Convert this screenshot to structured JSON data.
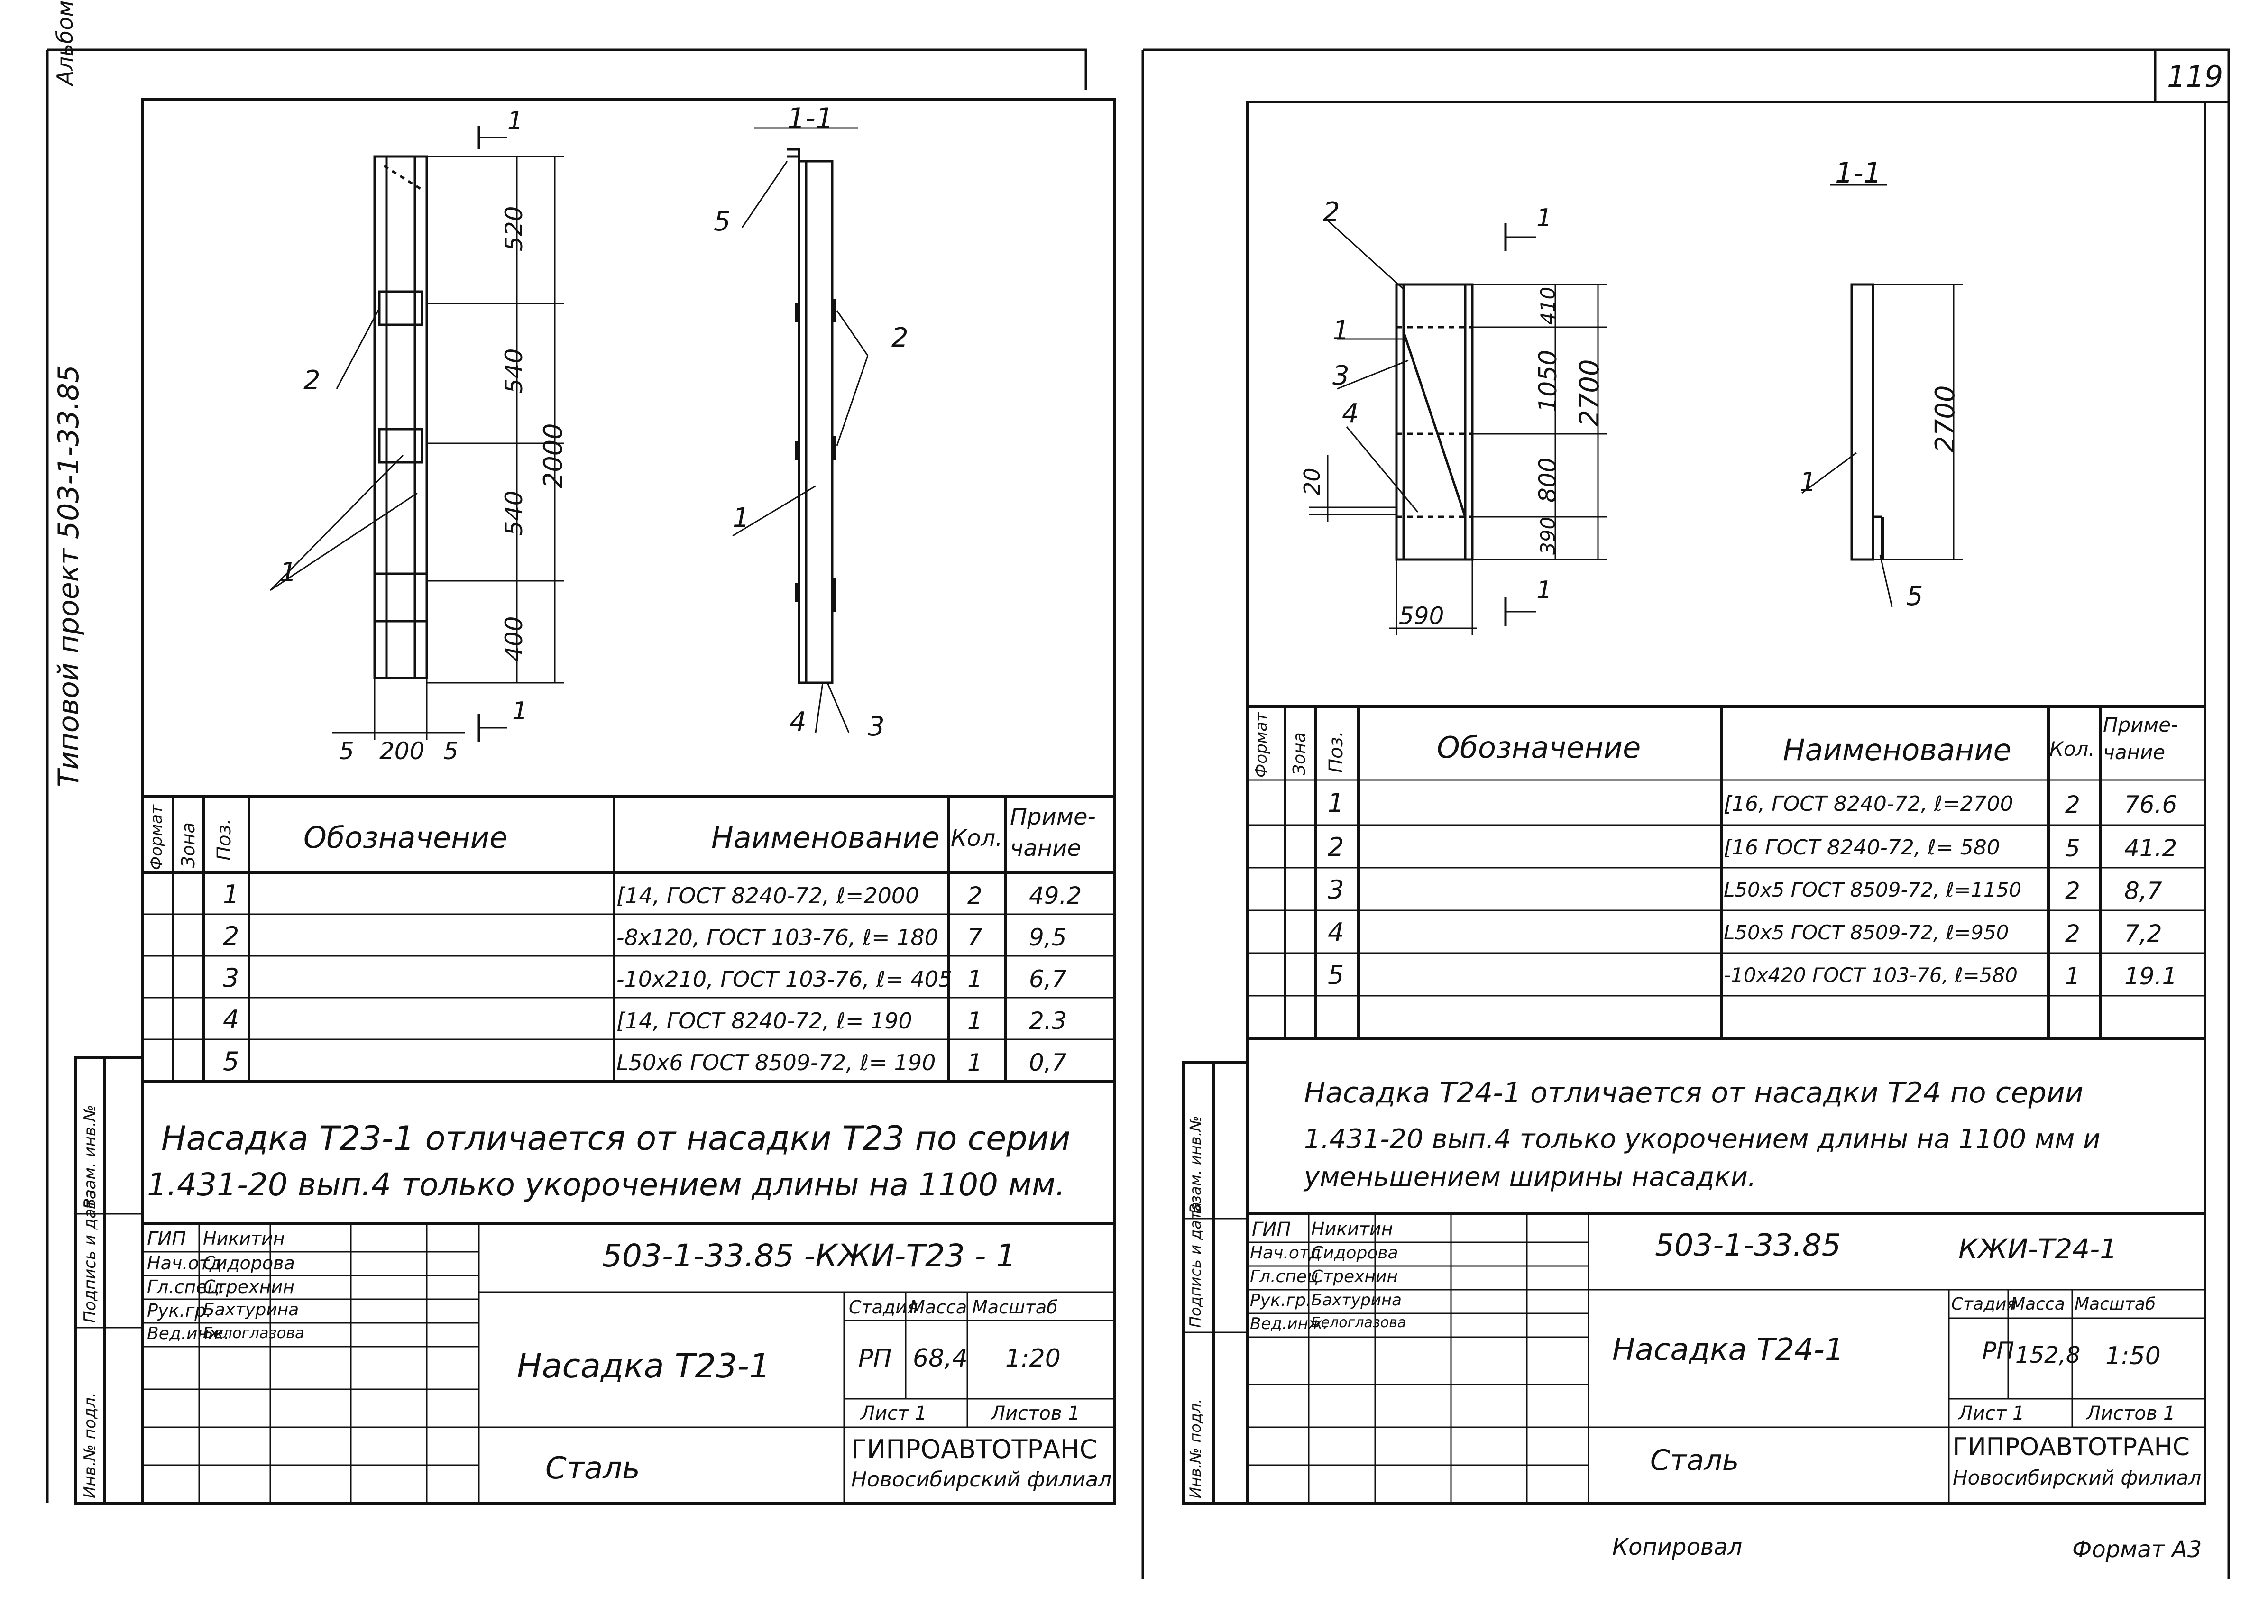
{
  "page": {
    "album_label": "Альбом II",
    "project_label": "Типовой проект 503-1-33.85",
    "page_number": "119",
    "copied_by": "Копировал",
    "format": "Формат А3"
  },
  "left_sheet": {
    "drawing": {
      "section_label": "1-1",
      "section_mark": "1",
      "dimensions": {
        "d1": "520",
        "d2": "540",
        "d3": "540",
        "d4": "400",
        "total": "2000",
        "w1": "5",
        "w2": "200",
        "w3": "5"
      },
      "callouts": {
        "c1": "1",
        "c2": "2",
        "c3": "2",
        "c4": "1",
        "c5": "5",
        "c6": "4",
        "c7": "3"
      }
    },
    "spec_headers": {
      "format": "Формат",
      "zone": "Зона",
      "pos": "Поз.",
      "designation": "Обозначение",
      "name": "Наименование",
      "qty": "Кол.",
      "note": "Приме-\nчание"
    },
    "spec_rows": [
      {
        "pos": "1",
        "name": "[14, ГОСТ 8240-72, ℓ=2000",
        "qty": "2",
        "note": "49.2"
      },
      {
        "pos": "2",
        "name": "-8х120, ГОСТ 103-76, ℓ= 180",
        "qty": "7",
        "note": "9,5"
      },
      {
        "pos": "3",
        "name": "-10х210, ГОСТ 103-76, ℓ= 405",
        "qty": "1",
        "note": "6,7"
      },
      {
        "pos": "4",
        "name": "[14, ГОСТ 8240-72, ℓ= 190",
        "qty": "1",
        "note": "2.3"
      },
      {
        "pos": "5",
        "name": "L50х6 ГОСТ 8509-72, ℓ= 190",
        "qty": "1",
        "note": "0,7"
      }
    ],
    "note_line1": "Насадка Т23-1 отличается от насадки Т23 по серии",
    "note_line2": "1.431-20 вып.4 только укорочением длины на 1100 мм.",
    "side_labels": [
      "Инв.№ подл.",
      "Подпись и дата",
      "Взам. инв.№"
    ],
    "title_block": {
      "code": "503-1-33.85      -КЖИ-Т23 - 1",
      "roles": [
        "ГИП",
        "Нач.отд",
        "Гл.спец.",
        "Рук.гр.",
        "Вед.инж."
      ],
      "names": [
        "Никитин",
        "Сидорова",
        "Стрехнин",
        "Бахтурина",
        "Белоглазова"
      ],
      "item_name": "Насадка Т23-1",
      "material": "Сталь",
      "stage_h": "Стадия",
      "mass_h": "Масса",
      "scale_h": "Масштаб",
      "stage": "РП",
      "mass": "68,4",
      "scale": "1:20",
      "sheet": "Лист 1",
      "sheets": "Листов 1",
      "org1": "ГИПРОАВТОТРАНС",
      "org2": "Новосибирский филиал"
    }
  },
  "right_sheet": {
    "drawing": {
      "section_label": "1-1",
      "section_mark": "1",
      "dimensions": {
        "d1": "410",
        "d2": "1050",
        "d3": "800",
        "d4": "390",
        "total": "2700",
        "side": "20",
        "width": "590",
        "total2": "2700"
      },
      "callouts": {
        "c1": "2",
        "c2": "1",
        "c3": "3",
        "c4": "4",
        "c5": "1",
        "c6": "5"
      }
    },
    "spec_headers": {
      "format": "Формат",
      "zone": "Зона",
      "pos": "Поз.",
      "designation": "Обозначение",
      "name": "Наименование",
      "qty": "Кол.",
      "note": "Приме-\nчание"
    },
    "spec_rows": [
      {
        "pos": "1",
        "name": "[16, ГОСТ 8240-72, ℓ=2700",
        "qty": "2",
        "note": "76.6"
      },
      {
        "pos": "2",
        "name": "[16 ГОСТ 8240-72, ℓ= 580",
        "qty": "5",
        "note": "41.2"
      },
      {
        "pos": "3",
        "name": "L50х5 ГОСТ 8509-72, ℓ=1150",
        "qty": "2",
        "note": "8,7"
      },
      {
        "pos": "4",
        "name": "L50х5 ГОСТ 8509-72, ℓ=950",
        "qty": "2",
        "note": "7,2"
      },
      {
        "pos": "5",
        "name": "-10х420 ГОСТ 103-76, ℓ=580",
        "qty": "1",
        "note": "19.1"
      }
    ],
    "note_line1": "Насадка Т24-1 отличается от насадки Т24 по серии",
    "note_line2": "1.431-20 вып.4 только укорочением длины на 1100 мм и",
    "note_line3": "уменьшением ширины насадки.",
    "side_labels": [
      "Инв.№ подл.",
      "Подпись и дата",
      "Взам. инв.№"
    ],
    "title_block": {
      "code1": "503-1-33.85",
      "code2": "КЖИ-Т24-1",
      "roles": [
        "ГИП",
        "Нач.отд",
        "Гл.спец.",
        "Рук.гр.",
        "Вед.инж."
      ],
      "names": [
        "Никитин",
        "Сидорова",
        "Стрехнин",
        "Бахтурина",
        "Белоглазова"
      ],
      "item_name": "Насадка Т24-1",
      "material": "Сталь",
      "stage_h": "Стадия",
      "mass_h": "Масса",
      "scale_h": "Масштаб",
      "stage": "РП",
      "mass": "152,8",
      "scale": "1:50",
      "sheet": "Лист 1",
      "sheets": "Листов 1",
      "org1": "ГИПРОАВТОТРАНС",
      "org2": "Новосибирский филиал"
    }
  }
}
